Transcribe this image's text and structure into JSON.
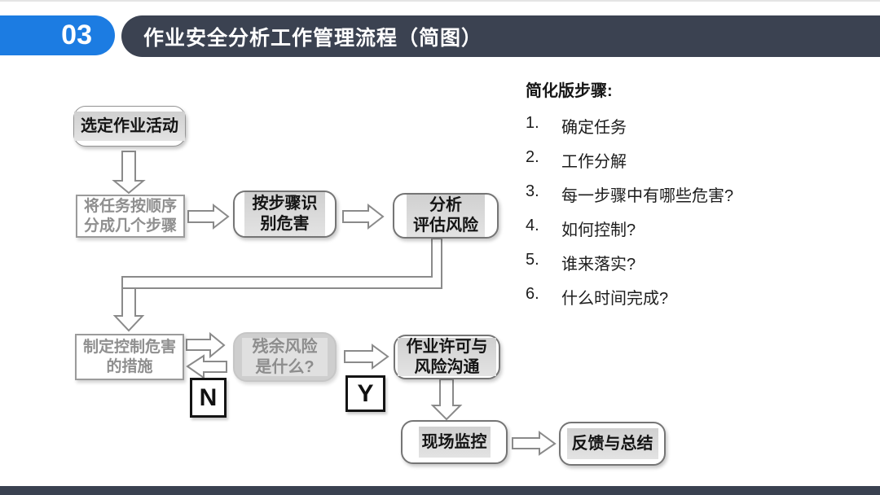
{
  "slide": {
    "section_number": "03",
    "title": "作业安全分析工作管理流程（简图）",
    "colors": {
      "accent_blue": "#1c7ce2",
      "header_dark": "#3b4251",
      "footer_dark": "#3a4150",
      "band_gray": "#d7d7d7",
      "muted_text": "#8f8f8f"
    }
  },
  "flowchart": {
    "nodes": {
      "select_activity": "选定作业活动",
      "divide_task": "将任务按顺序\n分成几个步骤",
      "identify_hazards": "按步骤识\n别危害",
      "analyze_risk": "分析\n评估风险",
      "control_measures": "制定控制危害\n的措施",
      "residual_risk": "残余风险\n是什么?",
      "permit_communication": "作业许可与\n风险沟通",
      "site_monitoring": "现场监控",
      "feedback_summary": "反馈与总结"
    },
    "decision_labels": {
      "no": "N",
      "yes": "Y"
    }
  },
  "steps_panel": {
    "heading": "简化版步骤:",
    "items": [
      {
        "num": "1.",
        "text": "确定任务"
      },
      {
        "num": "2.",
        "text": "工作分解"
      },
      {
        "num": "3.",
        "text": "每一步骤中有哪些危害?"
      },
      {
        "num": "4.",
        "text": "如何控制?"
      },
      {
        "num": "5.",
        "text": "谁来落实?"
      },
      {
        "num": "6.",
        "text": "什么时间完成?"
      }
    ]
  }
}
